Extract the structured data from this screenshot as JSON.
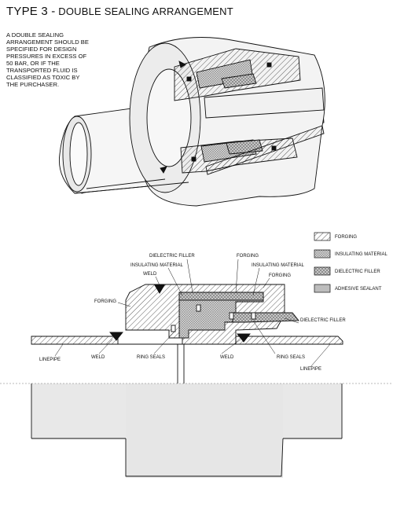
{
  "header": {
    "title_prefix": "TYPE 3 -",
    "title_main": "DOUBLE SEALING ARRANGEMENT"
  },
  "note_lines": [
    "A DOUBLE SEALING",
    "ARRANGEMENT SHOULD BE",
    "SPECIFIED FOR DESIGN",
    "PRESSURES IN EXCESS OF",
    "50 BAR, OR IF THE",
    "TRANSPORTED FLUID IS",
    "CLASSIFIED AS TOXIC BY",
    "THE PURCHASER."
  ],
  "legend": [
    {
      "label": "FORGING",
      "pattern": "hatch"
    },
    {
      "label": "INSULATING MATERIAL",
      "pattern": "dots"
    },
    {
      "label": "DIELECTRIC FILLER",
      "pattern": "cross"
    },
    {
      "label": "ADHESIVE SEALANT",
      "pattern": "solid"
    }
  ],
  "callouts": {
    "dielectric_filler_top": "DIELECTRIC FILLER",
    "forging_top": "FORGING",
    "insulating_left": "INSULATING MATERIAL",
    "insulating_right": "INSULATING MATERIAL",
    "weld_top": "WELD",
    "forging_right": "FORGING",
    "forging_left": "FORGING",
    "dielectric_filler_right": "DIELECTRIC FILLER",
    "linepipe_left": "LINEPIPE",
    "weld_left": "WELD",
    "ring_seals_left": "RING SEALS",
    "weld_right": "WELD",
    "ring_seals_right": "RING SEALS",
    "linepipe_right": "LINEPIPE"
  },
  "colors": {
    "line": "#111111",
    "section_fill": "#d9d9d9",
    "pipe_fill": "#f2f2f2",
    "sealant_fill": "#bdbdbd"
  }
}
